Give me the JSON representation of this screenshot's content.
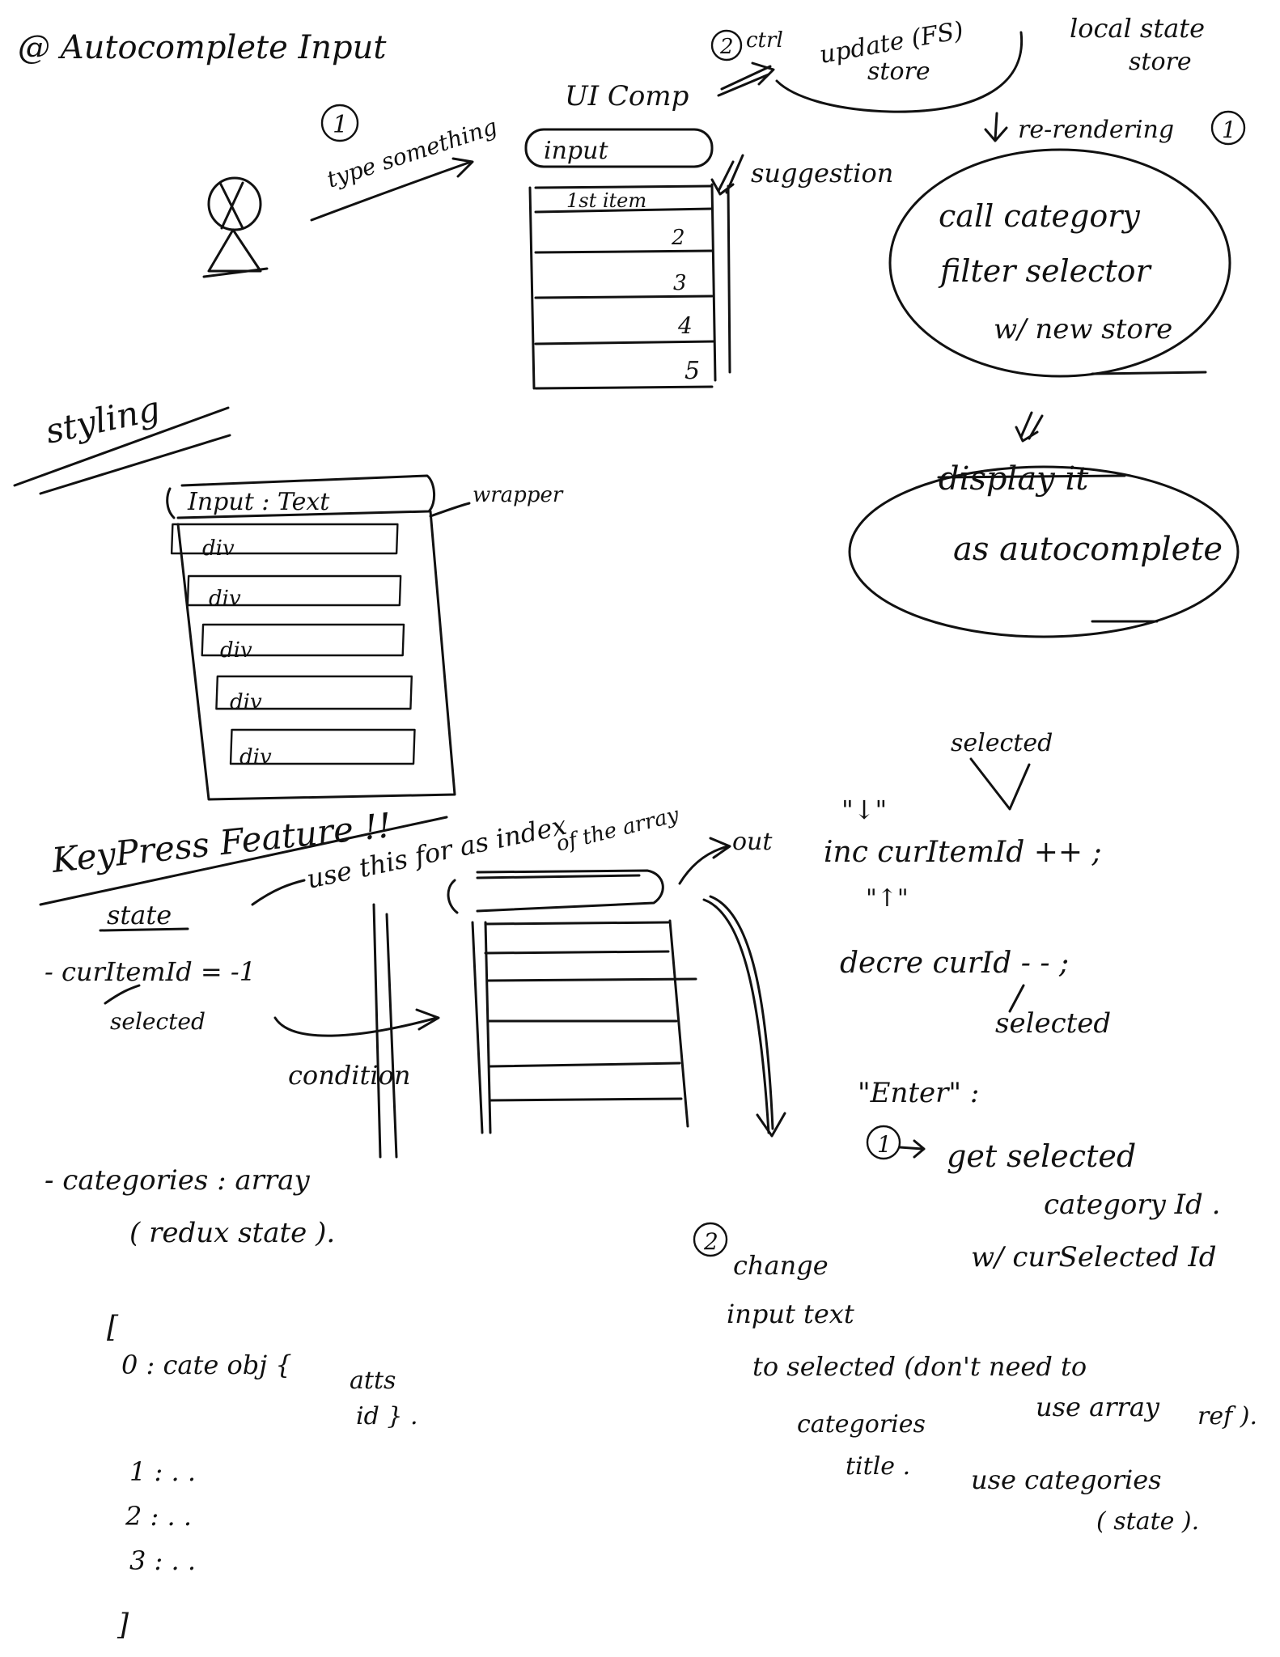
{
  "autocomplete_section": {
    "title": "@ Autocomplete Input",
    "step1_marker": "1",
    "user_action": "type something",
    "ui_comp_label": "UI Comp",
    "input_label": "input",
    "list_items": [
      "1st item",
      "2",
      "3",
      "4",
      "5"
    ],
    "suggestion_label": "suggestion",
    "step2_marker": "2",
    "step2_label": "ctrl",
    "update_line1": "update (FS)",
    "update_line2": "store",
    "local_state_line1": "local state",
    "local_state_line2": "store",
    "rerendering_label": "re-rendering",
    "rerendering_marker": "1",
    "filter_line1": "call category",
    "filter_line2": "filter selector",
    "filter_line3": "w/ new store",
    "display_line1": "display it",
    "display_line2": "as autocomplete"
  },
  "styling_section": {
    "title": "styling",
    "input_label": "Input : Text",
    "wrapper_label": "wrapper",
    "div_items": [
      "div",
      "div",
      "div",
      "div",
      "div"
    ]
  },
  "keypress_section": {
    "title": "KeyPress Feature !!",
    "index_note_line1": "use this for as index",
    "index_note_line2": "of the array",
    "state_label": "state",
    "cur_item_id": "- curItemId = -1",
    "selected_label_1": "selected",
    "condition_label": "condition",
    "categories_label": "- categories : array",
    "redux_state_label": "( redux state ).",
    "array_open": "[",
    "array_item_0": "0 : cate obj {",
    "array_item_0_attrs": "atts",
    "array_item_0_id": "id } .",
    "array_item_1": "1 :    . .",
    "array_item_2": "2 :    . .",
    "array_item_3": "3 :    . .",
    "array_close": "]",
    "out_label": "out",
    "down_key": "\"↓\"",
    "selected_label_2": "selected",
    "inc_text": "inc  curItemId ++ ;",
    "up_key": "\"↑\"",
    "dec_text": "decre  curId - - ;",
    "selected_label_3": "selected",
    "enter_label": "\"Enter\" :",
    "enter_step1_marker": "1",
    "enter_step1_line1": "get selected",
    "enter_step1_line2": "category Id .",
    "enter_step1_line3": "w/  curSelected Id",
    "enter_step2_marker": "2",
    "enter_step2_line1": "change",
    "enter_step2_line2": "input text",
    "enter_step2_line3": "to selected (don't need to",
    "enter_step2_line4": "use array",
    "enter_step2_line5": "ref ).",
    "enter_step2_line6": "categories",
    "enter_step2_line7": "title .",
    "enter_step2_line8": "use categories",
    "enter_step2_line9": "( state )."
  }
}
